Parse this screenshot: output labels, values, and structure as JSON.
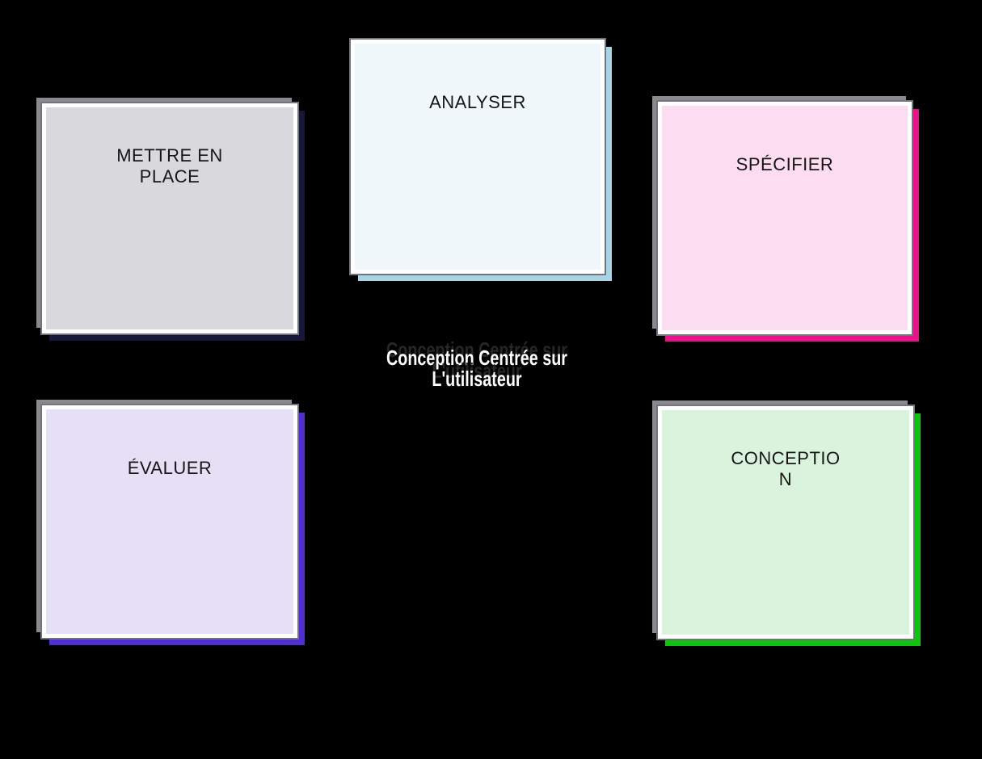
{
  "canvas": {
    "background": "#000000"
  },
  "title": {
    "text": "Conception Centrée sur L'utilisateur",
    "color": "#ffffff"
  },
  "boxes": [
    {
      "id": "analyser",
      "label": "ANALYSER",
      "fill": "#f0f7fa",
      "accent": "#a8d4e5"
    },
    {
      "id": "mettre-en-place",
      "label": "METTRE EN PLACE",
      "fill": "#d9d9dd",
      "accent": "#17173a"
    },
    {
      "id": "specifier",
      "label": "SPÉCIFIER",
      "fill": "#fbdcf0",
      "accent": "#e9128c"
    },
    {
      "id": "evaluer",
      "label": "ÉVALUER",
      "fill": "#e6e0f6",
      "accent": "#512fd2"
    },
    {
      "id": "conception",
      "label": "CONCEPTION",
      "fill": "#daf3dd",
      "accent": "#10c310"
    }
  ],
  "style": {
    "shape_inner_border": "#ffffff",
    "shape_outline_gray": "#73737b",
    "shape_shadow_gray": "#8a8a8e",
    "label_color": "#161616"
  }
}
